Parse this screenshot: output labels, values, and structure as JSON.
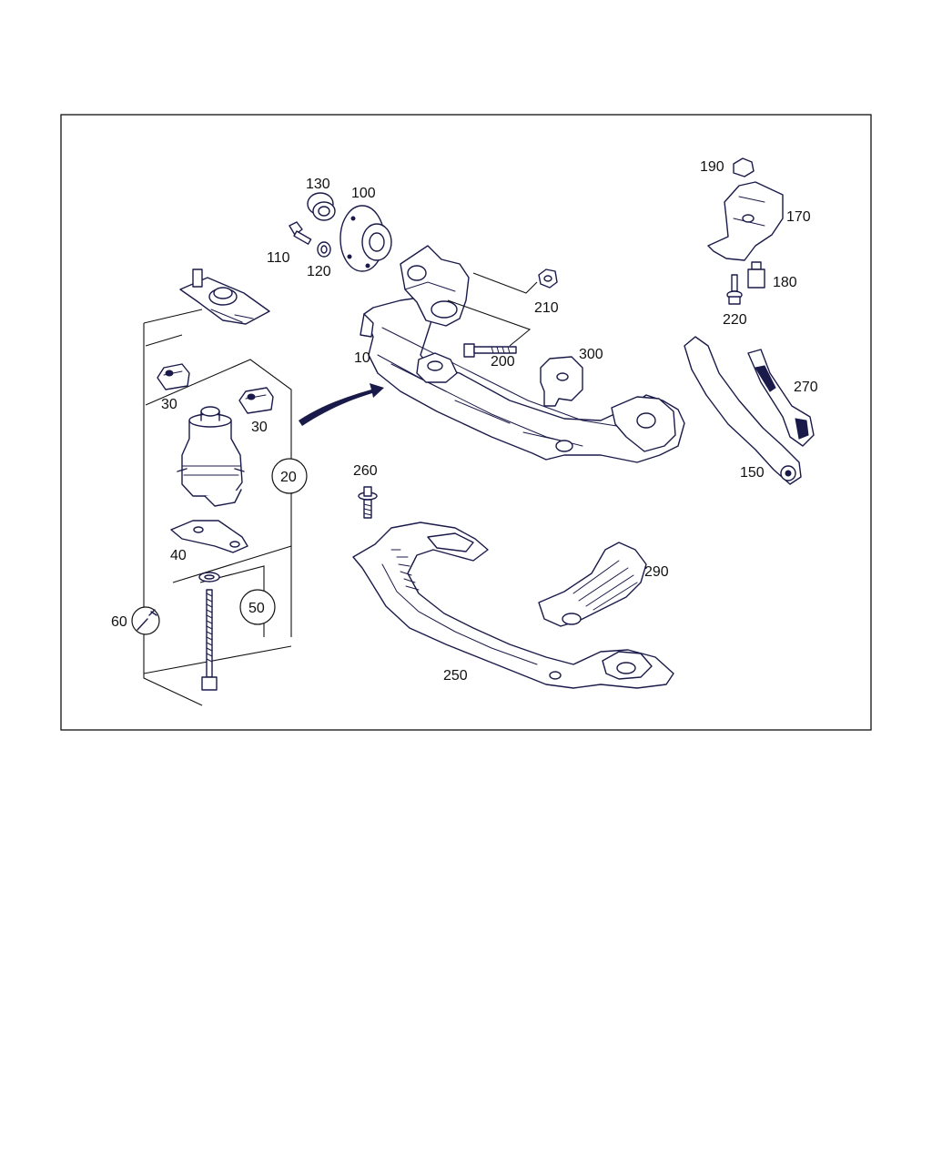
{
  "diagram": {
    "callouts": {
      "p10": "10",
      "p20": "20",
      "p30a": "30",
      "p30b": "30",
      "p40": "40",
      "p50": "50",
      "p60": "60",
      "p100": "100",
      "p110": "110",
      "p120": "120",
      "p130": "130",
      "p150": "150",
      "p170": "170",
      "p180": "180",
      "p190": "190",
      "p200": "200",
      "p210": "210",
      "p220": "220",
      "p250": "250",
      "p260": "260",
      "p270": "270",
      "p290": "290",
      "p300": "300"
    },
    "colors": {
      "line": "#1a1a4a",
      "frame": "#111111",
      "background": "#ffffff"
    }
  }
}
